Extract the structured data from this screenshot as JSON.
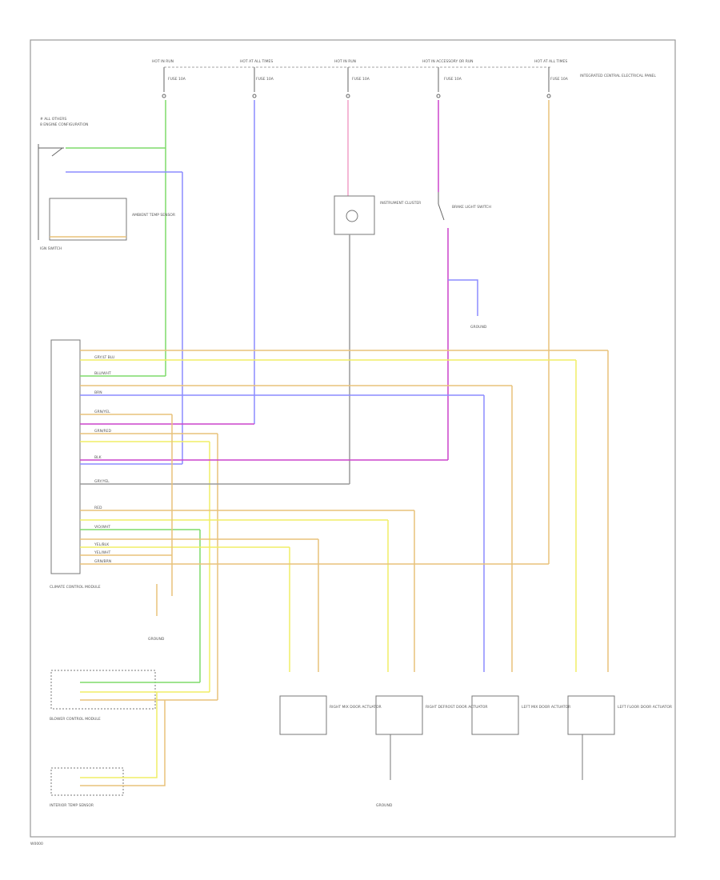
{
  "diagram": {
    "footer_code": "W0000",
    "left_notes": [
      "# ALL OTHERS",
      "8 ENGINE CONFIGURATION"
    ],
    "fuse_titles": [
      "HOT IN RUN",
      "HOT AT ALL TIMES",
      "HOT IN RUN",
      "HOT IN ACCESSORY OR RUN",
      "HOT AT ALL TIMES"
    ],
    "fuse_labels": [
      "FUSE 10A",
      "FUSE 10A",
      "FUSE 10A",
      "FUSE 10A",
      "FUSE 10A"
    ],
    "fuse_note": "INTEGRATED CENTRAL ELECTRICAL PANEL",
    "components": {
      "ignition_switch": "IGN SWITCH",
      "ambient_sensor": "AMBIENT TEMP SENSOR",
      "instrument_cluster": "INSTRUMENT CLUSTER",
      "brake_switch": "BRAKE LIGHT SWITCH",
      "climate_module": "CLIMATE CONTROL MODULE",
      "blower_module": "BLOWER CONTROL MODULE",
      "interior_sensor": "INTERIOR TEMP SENSOR",
      "actuator_1": "RIGHT MIX DOOR ACTUATOR",
      "actuator_2": "RIGHT DEFROST DOOR ACTUATOR",
      "actuator_3": "LEFT MIX DOOR ACTUATOR",
      "actuator_4": "LEFT FLOOR DOOR ACTUATOR",
      "ground_1": "GROUND",
      "ground_2": "GROUND",
      "ground_3": "GROUND"
    },
    "wire_labels": [
      "GRY/LT BLU",
      "BLU/WHT",
      "BRN",
      "GRN/YEL",
      "GRN/RED",
      "BLK",
      "GRY/YEL",
      "RED",
      "VIO/WHT",
      "YEL/BLK",
      "YEL/WHT",
      "GRN/BRN"
    ],
    "colors": {
      "green": "#7fdc6a",
      "blue": "#8c8cff",
      "tan": "#e8c27a",
      "yellow": "#f0ee66",
      "pink": "#f0a0c8",
      "magenta": "#cc44cc",
      "gray": "#9a9a9a"
    }
  }
}
